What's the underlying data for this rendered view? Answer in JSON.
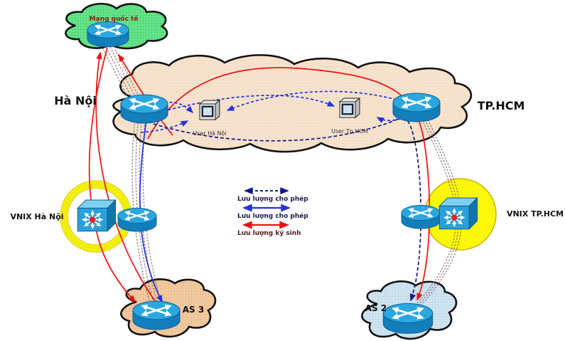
{
  "diagram": {
    "regions": {
      "left_label": "Hà Nội",
      "right_label": "TP.HCM"
    },
    "clouds": {
      "international": {
        "label": "Mạng quốc tế",
        "fill": "#63e387"
      },
      "backbone": {
        "fill": "#f7e3cd"
      },
      "as3": {
        "label": "AS 3",
        "fill": "#f2c9a0"
      },
      "as2": {
        "label": "AS 2",
        "fill": "#cfe4f0"
      }
    },
    "users": {
      "hanoi": {
        "label": "User Hà Nội"
      },
      "tphcm": {
        "label": "User Tp.HCM"
      }
    },
    "exchanges": {
      "hanoi": {
        "label": "VNIX Hà Nội"
      },
      "tphcm": {
        "label": "VNIX TP.HCM"
      }
    },
    "legend": {
      "items": [
        {
          "label": "Lưu lượng cho phép",
          "style": "dashed",
          "color": "#16168c"
        },
        {
          "label": "Lưu lượng cho phép",
          "style": "solid",
          "color": "#2233dd"
        },
        {
          "label": "Lưu lượng ký sinh",
          "style": "solid",
          "color": "#ee1111"
        }
      ]
    },
    "colors": {
      "vnix_ring": "#f2ee0a",
      "router_blue": "#2ba7e0",
      "allowed_dashed": "#16168c",
      "allowed_solid": "#2233dd",
      "parasitic_red": "#ee1111",
      "physical_bundle": "#8a6a6a"
    }
  }
}
